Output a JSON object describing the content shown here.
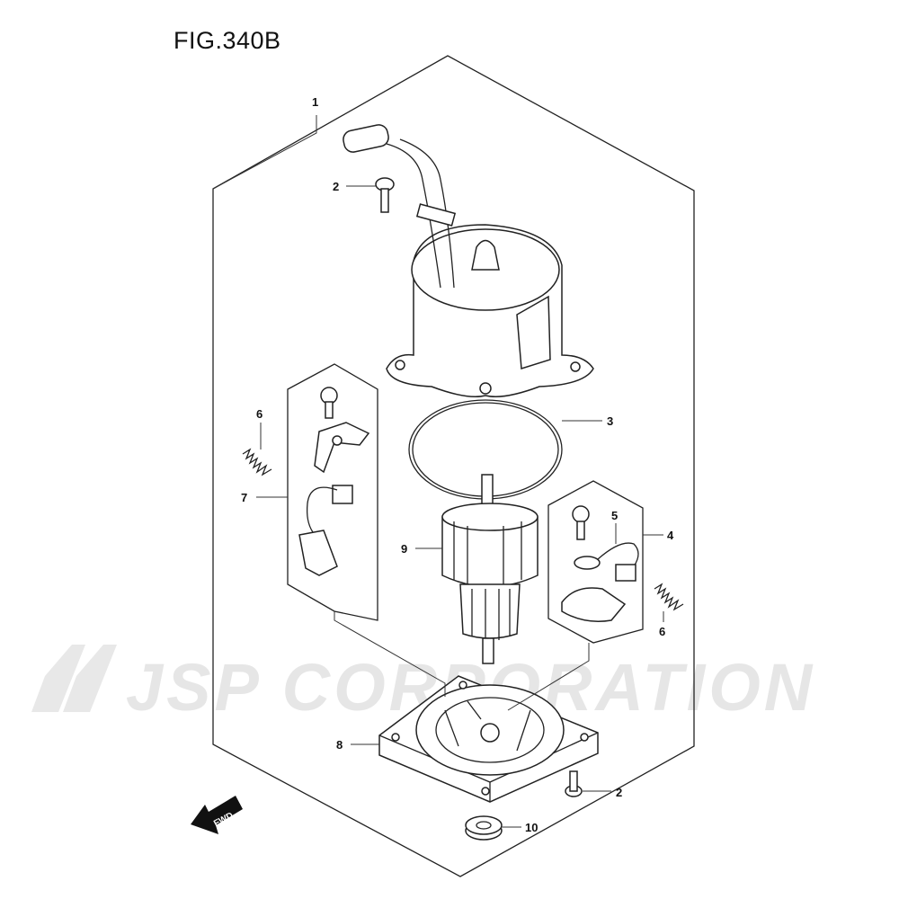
{
  "figure": {
    "title": "FIG.340B"
  },
  "watermark": {
    "text": "JSP CORPORATION"
  },
  "fwd_arrow": {
    "label": "FWD"
  },
  "callouts": {
    "c1": "1",
    "c2a": "2",
    "c2b": "2",
    "c3": "3",
    "c4": "4",
    "c5": "5",
    "c6a": "6",
    "c6b": "6",
    "c7": "7",
    "c8": "8",
    "c9": "9",
    "c10": "10"
  }
}
